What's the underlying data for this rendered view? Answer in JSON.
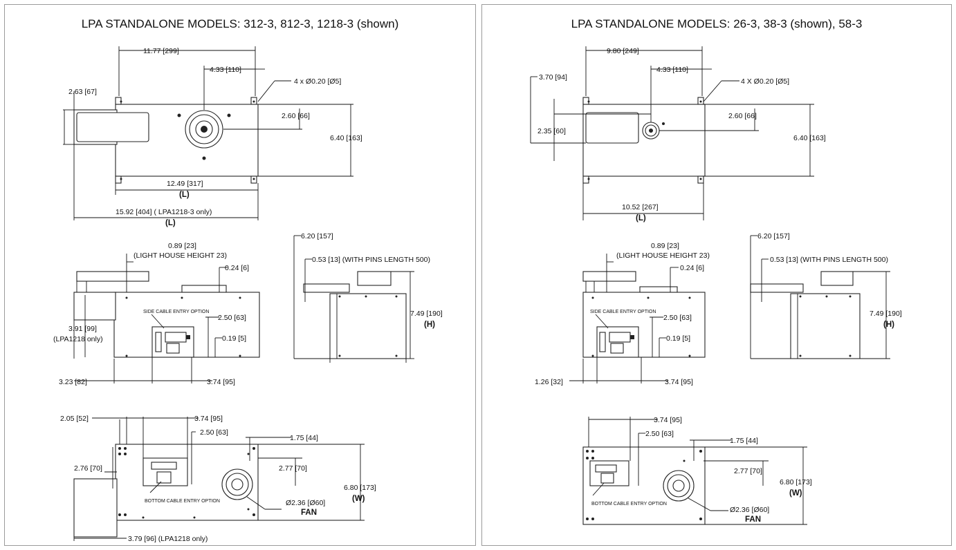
{
  "left": {
    "title": "LPA STANDALONE MODELS: 312-3, 812-3, 1218-3 (shown)",
    "top_view": {
      "overall_width": "11.77 [299]",
      "hole_offset": "4.33 [110]",
      "holes": "4 x Ø0.20 [Ø5]",
      "left_offset": "2.63 [67]",
      "center_height": "2.60 [66]",
      "depth": "6.40 [163]",
      "length": "12.49 [317]",
      "length_tag": "(L)",
      "length_long": "15.92 [404] ( LPA1218-3 only)",
      "length_long_tag": "(L)"
    },
    "side_view": {
      "lh_height": "0.89 [23]",
      "lh_note": "(LIGHT HOUSE HEIGHT 23)",
      "pin_dim": "0.24 [6]",
      "cable_note": "SIDE CABLE ENTRY OPTION",
      "cable_height": "2.50 [63]",
      "base_dim": "0.19 [5]",
      "left_height": "3.91 [99]",
      "left_height_note": "(LPA1218 only)",
      "bottom_left": "3.23 [82]",
      "bottom_right": "3.74 [95]"
    },
    "end_view": {
      "total_height": "6.20 [157]",
      "pins": "0.53 [13] (WITH PINS LENGTH 500)",
      "height": "7.49 [190]",
      "height_tag": "(H)"
    },
    "bottom_view": {
      "left_offset": "2.05 [52]",
      "conn_offset": "3.74 [95]",
      "conn_height": "2.50 [63]",
      "fan_offset": "1.75 [44]",
      "side_height": "2.76 [70]",
      "fan_height": "2.77 [70]",
      "width": "6.80 [173]",
      "width_tag": "(W)",
      "cable_note": "BOTTOM CABLE ENTRY OPTION",
      "fan_dia": "Ø2.36 [Ø60]",
      "fan_label": "FAN",
      "extension": "3.79 [96] (LPA1218 only)"
    }
  },
  "right": {
    "title": "LPA STANDALONE MODELS: 26-3, 38-3 (shown), 58-3",
    "top_view": {
      "overall_width": "9.80 [249]",
      "hole_offset": "4.33 [110]",
      "holes": "4 X Ø0.20 [Ø5]",
      "left_top": "3.70 [94]",
      "left_mid": "2.35 [60]",
      "center_height": "2.60 [66]",
      "depth": "6.40 [163]",
      "length": "10.52 [267]",
      "length_tag": "(L)"
    },
    "side_view": {
      "lh_height": "0.89 [23]",
      "lh_note": "(LIGHT HOUSE HEIGHT 23)",
      "pin_dim": "0.24 [6]",
      "cable_note": "SIDE CABLE ENTRY OPTION",
      "cable_height": "2.50 [63]",
      "base_dim": "0.19 [5]",
      "bottom_left": "1.26 [32]",
      "bottom_right": "3.74 [95]"
    },
    "end_view": {
      "total_height": "6.20 [157]",
      "pins": "0.53 [13] (WITH PINS LENGTH 500)",
      "height": "7.49 [190]",
      "height_tag": "(H)"
    },
    "bottom_view": {
      "conn_offset": "3.74 [95]",
      "conn_height": "2.50 [63]",
      "fan_offset": "1.75 [44]",
      "fan_height": "2.77 [70]",
      "width": "6.80 [173]",
      "width_tag": "(W)",
      "cable_note": "BOTTOM CABLE ENTRY OPTION",
      "fan_dia": "Ø2.36 [Ø60]",
      "fan_label": "FAN"
    }
  }
}
